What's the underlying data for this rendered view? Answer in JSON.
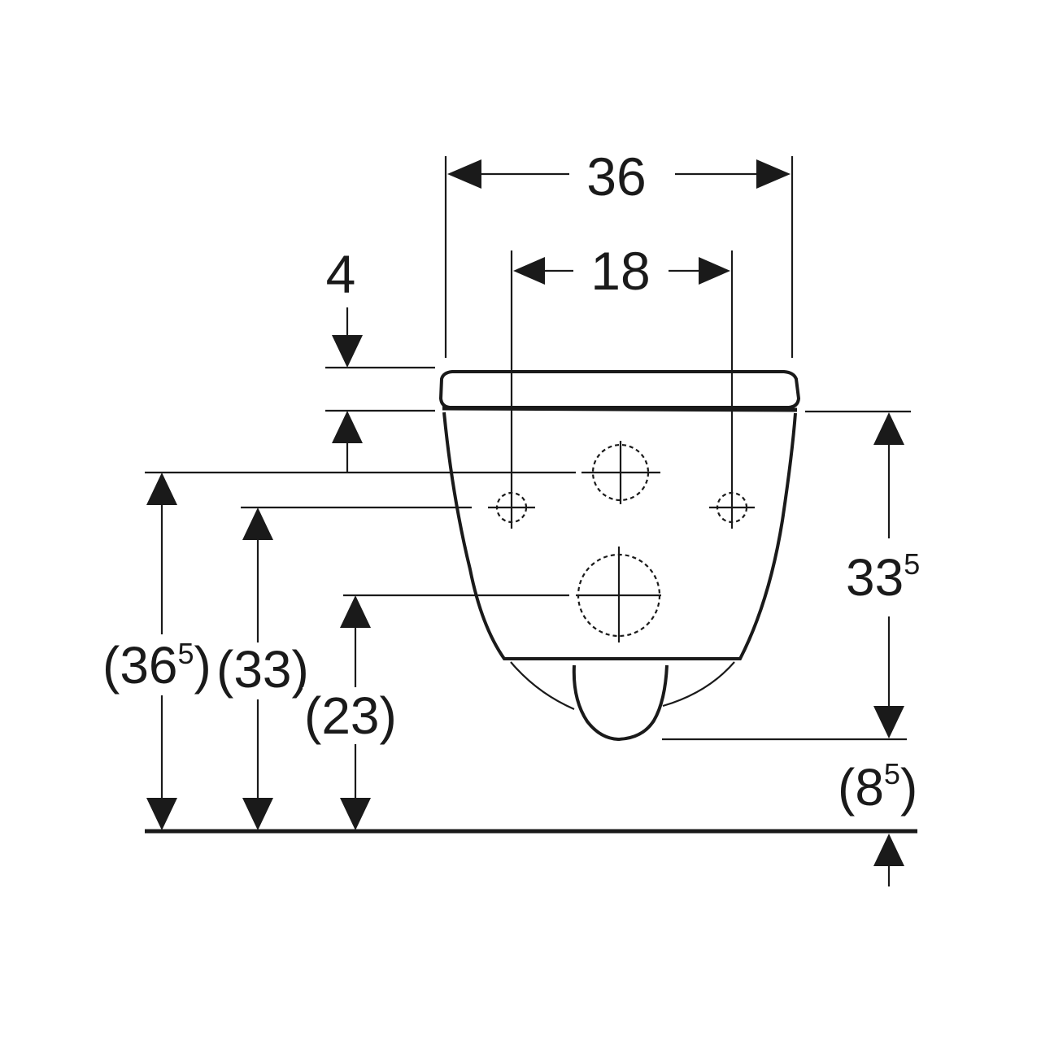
{
  "dimensions": {
    "overall_width": "36",
    "fixing_distance": "18",
    "seat_thickness": "4",
    "height_to_top": {
      "main": "33",
      "sup": "5"
    },
    "floor_to_upper_fixing": {
      "open": "(",
      "main": "36",
      "sup": "5",
      "close": ")"
    },
    "floor_to_lower_fixing": "(33)",
    "floor_to_outlet": "(23)",
    "outlet_to_floor": {
      "open": "(",
      "main": "8",
      "sup": "5",
      "close": ")"
    }
  },
  "colors": {
    "ink": "#1a1a1a",
    "background": "#ffffff"
  }
}
